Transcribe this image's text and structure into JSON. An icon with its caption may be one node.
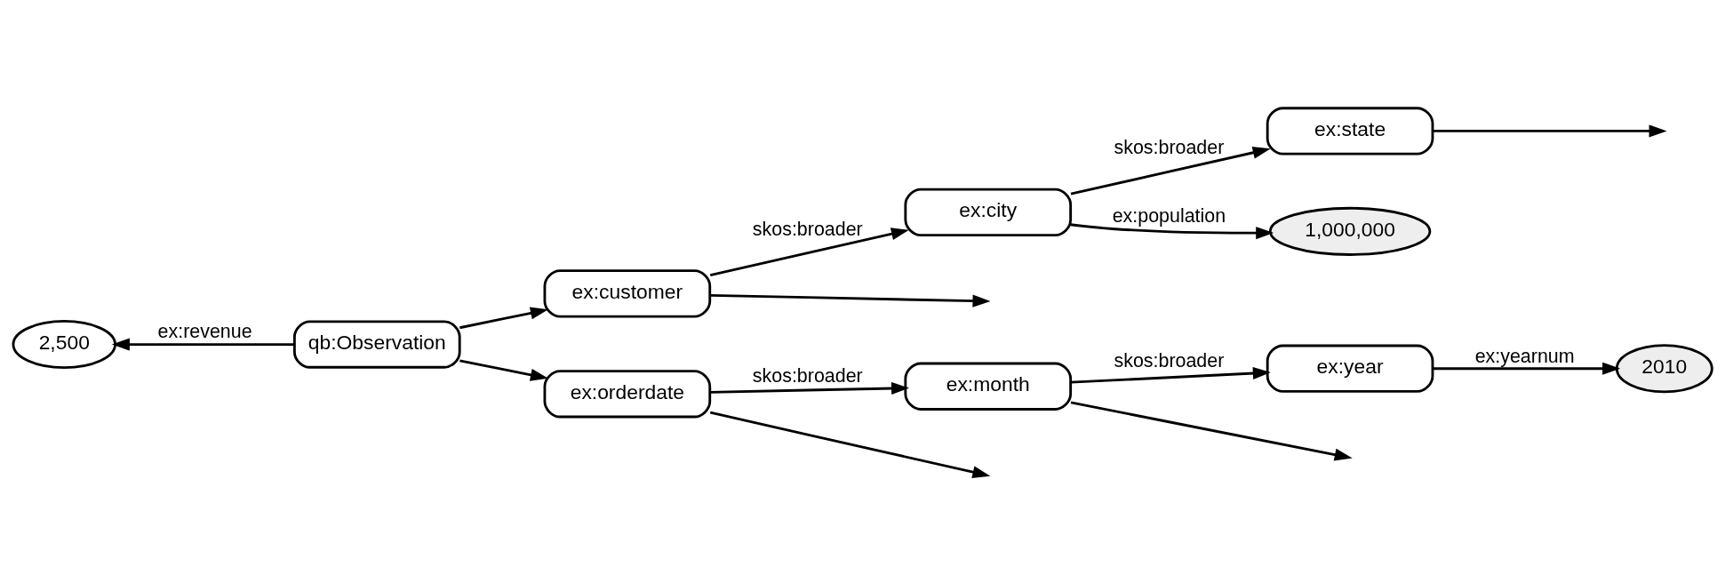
{
  "diagram": {
    "nodes": [
      {
        "text": [
          "qb:Observation"
        ]
      },
      {
        "text": [
          "2,500"
        ]
      },
      {
        "text": [
          "ex:customer"
        ]
      },
      {
        "text": [
          "ex:orderdate"
        ]
      },
      {
        "text": [
          "ex:city"
        ]
      },
      {
        "text": [
          "ex:month"
        ]
      },
      {
        "text": [
          "ex:state"
        ]
      },
      {
        "text": [
          "ex:year"
        ]
      },
      {
        "text": [
          "1,000,000"
        ]
      },
      {
        "text": [
          "2010"
        ]
      }
    ],
    "edges": [
      {
        "from": 0,
        "to": 1,
        "arrow": "to",
        "label": "ex:revenue"
      },
      {
        "from": 0,
        "to": 2,
        "arrow": "to"
      },
      {
        "from": 0,
        "to": 3,
        "arrow": "to"
      },
      {
        "from": 2,
        "to": 4,
        "arrow": "to",
        "label": "skos:broader"
      },
      {
        "from": 4,
        "to": 6,
        "arrow": "to",
        "label": "skos:broader"
      },
      {
        "from": 3,
        "to": 5,
        "arrow": "to",
        "label": "skos:broader"
      },
      {
        "from": 5,
        "to": 7,
        "arrow": "to",
        "label": "skos:broader"
      },
      {
        "from": 4,
        "to": 8,
        "arrow": "to",
        "label": "ex:population"
      },
      {
        "from": 7,
        "to": 9,
        "arrow": "to",
        "label": "ex:yearnum"
      },
      {
        "from": 2,
        "to": null,
        "arrow": "to"
      },
      {
        "from": 3,
        "to": null,
        "arrow": "to"
      },
      {
        "from": 5,
        "to": null,
        "arrow": "to"
      },
      {
        "from": 6,
        "to": null,
        "arrow": "to"
      }
    ]
  }
}
